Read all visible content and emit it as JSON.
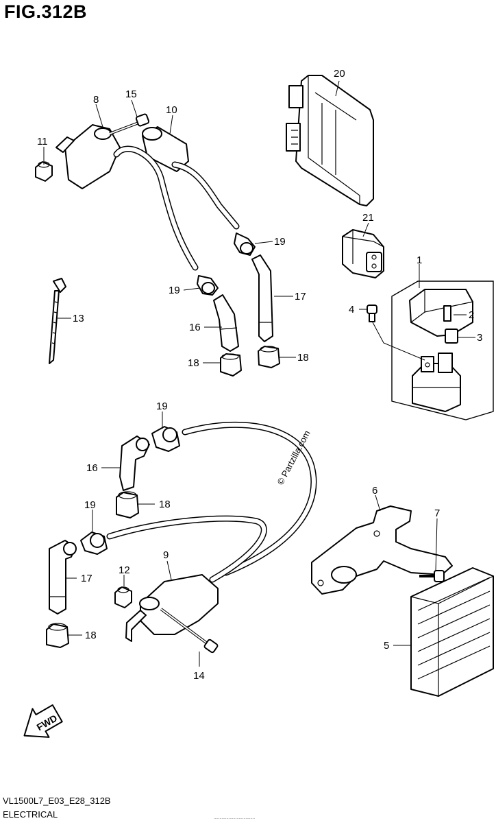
{
  "figure": {
    "title": "FIG.312B",
    "model_code": "VL1500L7_E03_E28_312B",
    "section": "ELECTRICAL",
    "watermark": "© Partzilla.com",
    "fwd_label": "FWD",
    "fine_print": "...................................."
  },
  "callouts": [
    {
      "id": "c20",
      "text": "20"
    },
    {
      "id": "c8",
      "text": "8"
    },
    {
      "id": "c15",
      "text": "15"
    },
    {
      "id": "c10",
      "text": "10"
    },
    {
      "id": "c11",
      "text": "11"
    },
    {
      "id": "c21",
      "text": "21"
    },
    {
      "id": "c19a",
      "text": "19"
    },
    {
      "id": "c1",
      "text": "1"
    },
    {
      "id": "c13",
      "text": "13"
    },
    {
      "id": "c19b",
      "text": "19"
    },
    {
      "id": "c17a",
      "text": "17"
    },
    {
      "id": "c4",
      "text": "4"
    },
    {
      "id": "c2",
      "text": "2"
    },
    {
      "id": "c16a",
      "text": "16"
    },
    {
      "id": "c3",
      "text": "3"
    },
    {
      "id": "c18a",
      "text": "18"
    },
    {
      "id": "c18b",
      "text": "18"
    },
    {
      "id": "c19c",
      "text": "19"
    },
    {
      "id": "c16b",
      "text": "16"
    },
    {
      "id": "c18c",
      "text": "18"
    },
    {
      "id": "c6",
      "text": "6"
    },
    {
      "id": "c19d",
      "text": "19"
    },
    {
      "id": "c7",
      "text": "7"
    },
    {
      "id": "c9",
      "text": "9"
    },
    {
      "id": "c17b",
      "text": "17"
    },
    {
      "id": "c12",
      "text": "12"
    },
    {
      "id": "c5",
      "text": "5"
    },
    {
      "id": "c18d",
      "text": "18"
    },
    {
      "id": "c14",
      "text": "14"
    }
  ]
}
